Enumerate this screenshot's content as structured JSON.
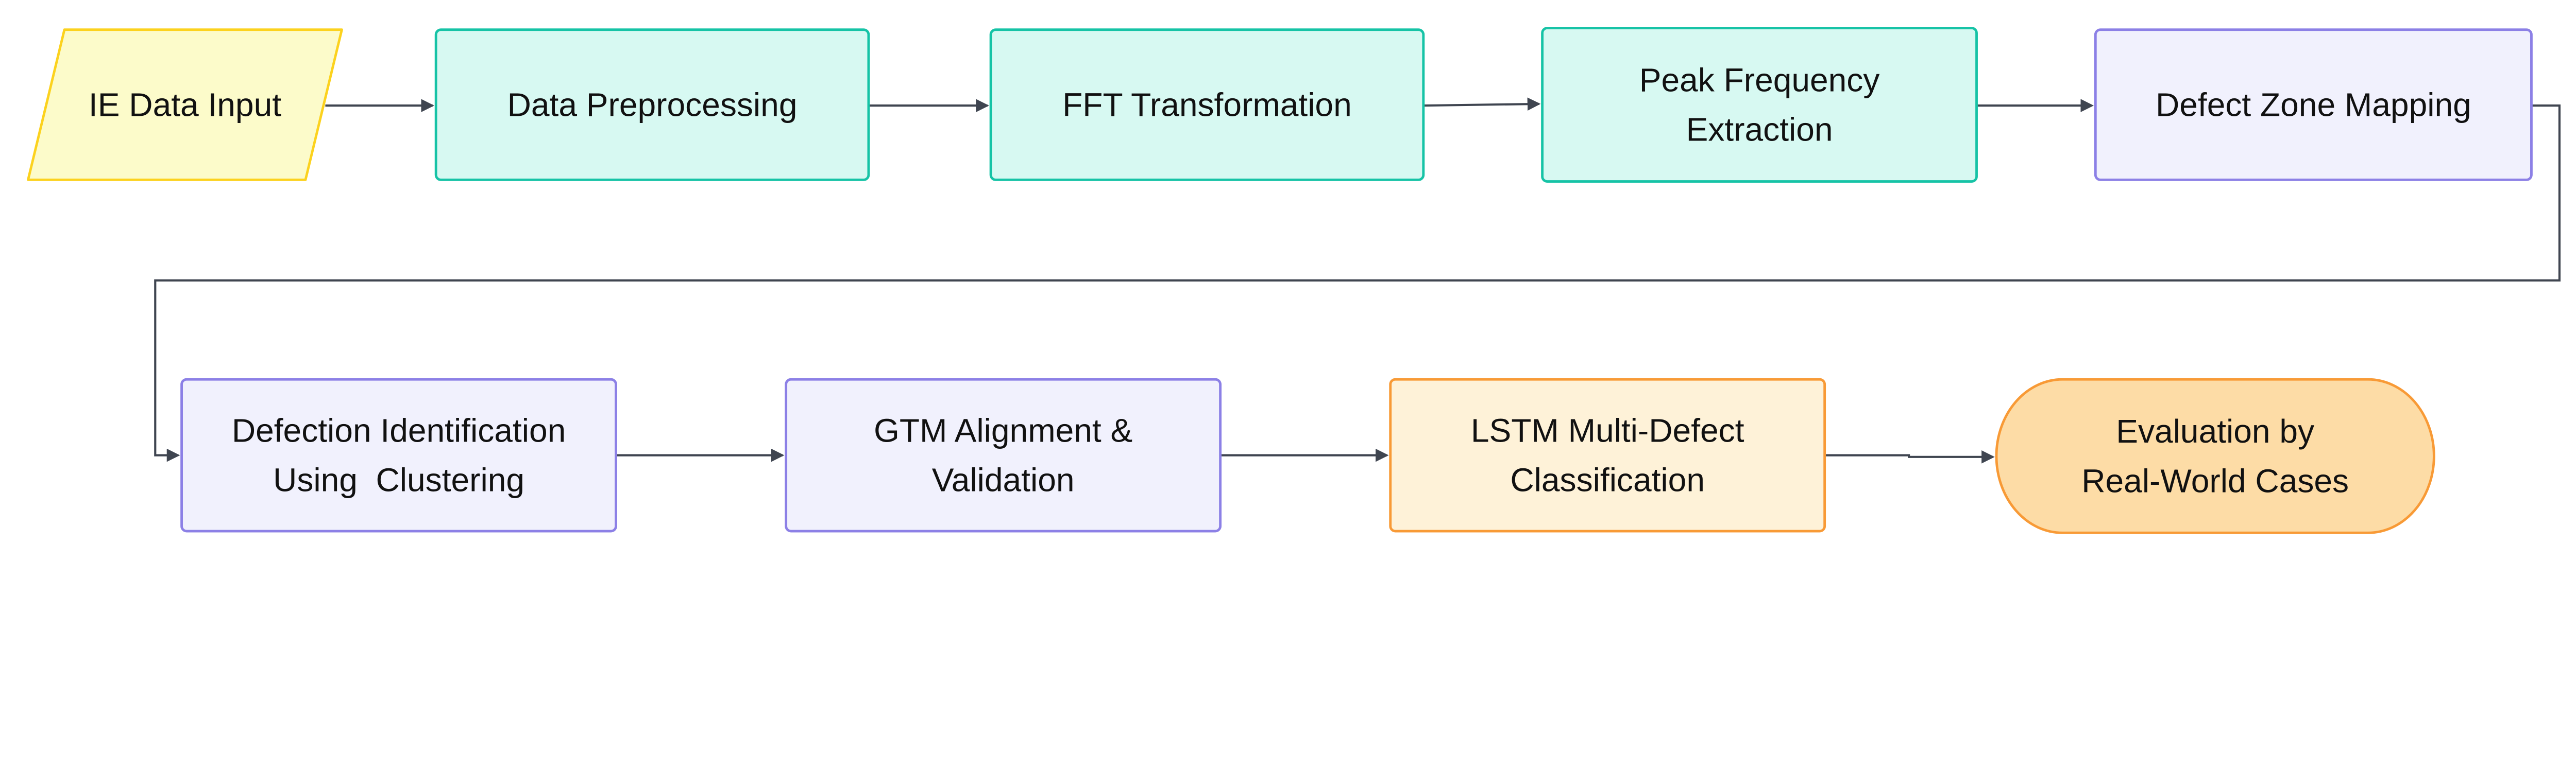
{
  "colors": {
    "input_fill": "#fcfbca",
    "input_stroke": "#fcd21e",
    "teal_fill": "#d7f9f2",
    "teal_stroke": "#16c3a6",
    "lavender_fill": "#f1f1fd",
    "lavender_stroke": "#8c80e6",
    "orange_light_fill": "#fef2d8",
    "orange_stroke": "#f89a36",
    "orange_fill": "#fddca6",
    "edge": "#3f4550"
  },
  "nodes": [
    {
      "id": "ie-data-input",
      "shape": "parallelogram",
      "lines": [
        "IE Data Input"
      ]
    },
    {
      "id": "data-preprocessing",
      "shape": "rect",
      "lines": [
        "Data Preprocessing"
      ]
    },
    {
      "id": "fft-transformation",
      "shape": "rect",
      "lines": [
        "FFT Transformation"
      ]
    },
    {
      "id": "peak-frequency-extraction",
      "shape": "rect",
      "lines": [
        "Peak Frequency",
        "Extraction"
      ]
    },
    {
      "id": "defect-zone-mapping",
      "shape": "rect",
      "lines": [
        "Defect Zone Mapping"
      ]
    },
    {
      "id": "defection-identification",
      "shape": "rect",
      "lines": [
        "Defection Identification",
        "Using  Clustering"
      ]
    },
    {
      "id": "gtm-alignment",
      "shape": "rect",
      "lines": [
        "GTM Alignment &",
        "Validation"
      ]
    },
    {
      "id": "lstm-classification",
      "shape": "rect",
      "lines": [
        "LSTM Multi-Defect",
        "Classification"
      ]
    },
    {
      "id": "evaluation",
      "shape": "stadium",
      "lines": [
        "Evaluation by",
        "Real-World Cases"
      ]
    }
  ],
  "edges": [
    {
      "from": "ie-data-input",
      "to": "data-preprocessing"
    },
    {
      "from": "data-preprocessing",
      "to": "fft-transformation"
    },
    {
      "from": "fft-transformation",
      "to": "peak-frequency-extraction"
    },
    {
      "from": "peak-frequency-extraction",
      "to": "defect-zone-mapping"
    },
    {
      "from": "defect-zone-mapping",
      "to": "defection-identification"
    },
    {
      "from": "defection-identification",
      "to": "gtm-alignment"
    },
    {
      "from": "gtm-alignment",
      "to": "lstm-classification"
    },
    {
      "from": "lstm-classification",
      "to": "evaluation"
    }
  ]
}
